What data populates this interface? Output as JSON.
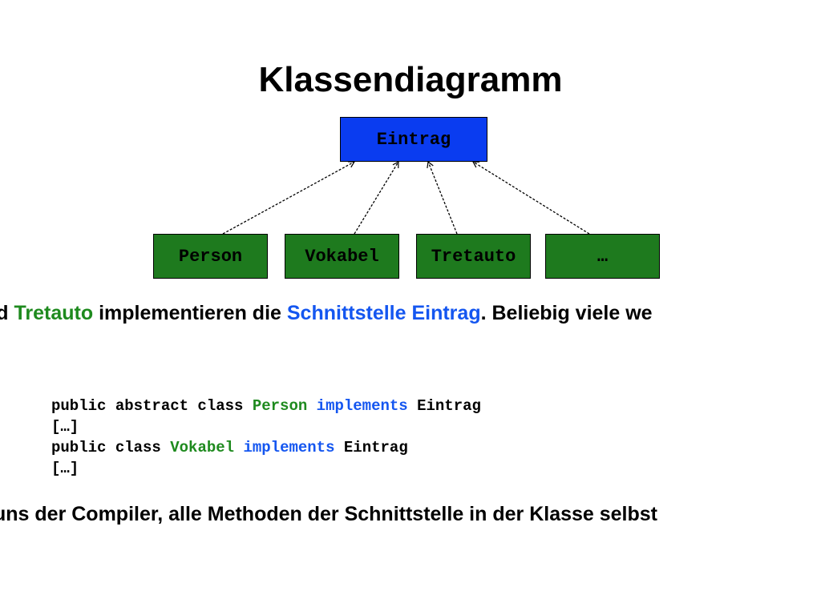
{
  "title": "Klassendiagramm",
  "diagram": {
    "interface": "Eintrag",
    "classes": [
      "Person",
      "Vokabel",
      "Tretauto",
      "…"
    ],
    "colors": {
      "interface_fill": "#0a3cf0",
      "class_fill": "#1e7a1e",
      "arrow": "#000000"
    },
    "arrow_style": "dashed realization"
  },
  "sentence": {
    "prefix": "nd ",
    "class_name": "Tretauto",
    "middle": " implementieren die ",
    "interface_ref": "Schnittstelle Eintrag",
    "suffix": ". Beliebig viele we"
  },
  "code": {
    "line1": {
      "pre": "public abstract class ",
      "cls": "Person",
      "space": " ",
      "kw": "implements",
      "post": " Eintrag"
    },
    "line2": "[…]",
    "line3": {
      "pre": "public class ",
      "cls": "Vokabel",
      "space": " ",
      "kw": "implements",
      "post": " Eintrag"
    },
    "line4": "[…]"
  },
  "note": "uns der Compiler, alle Methoden der Schnittstelle in der Klasse selbst",
  "text_colors": {
    "green": "#1e8a1e",
    "blue": "#1456f0"
  }
}
